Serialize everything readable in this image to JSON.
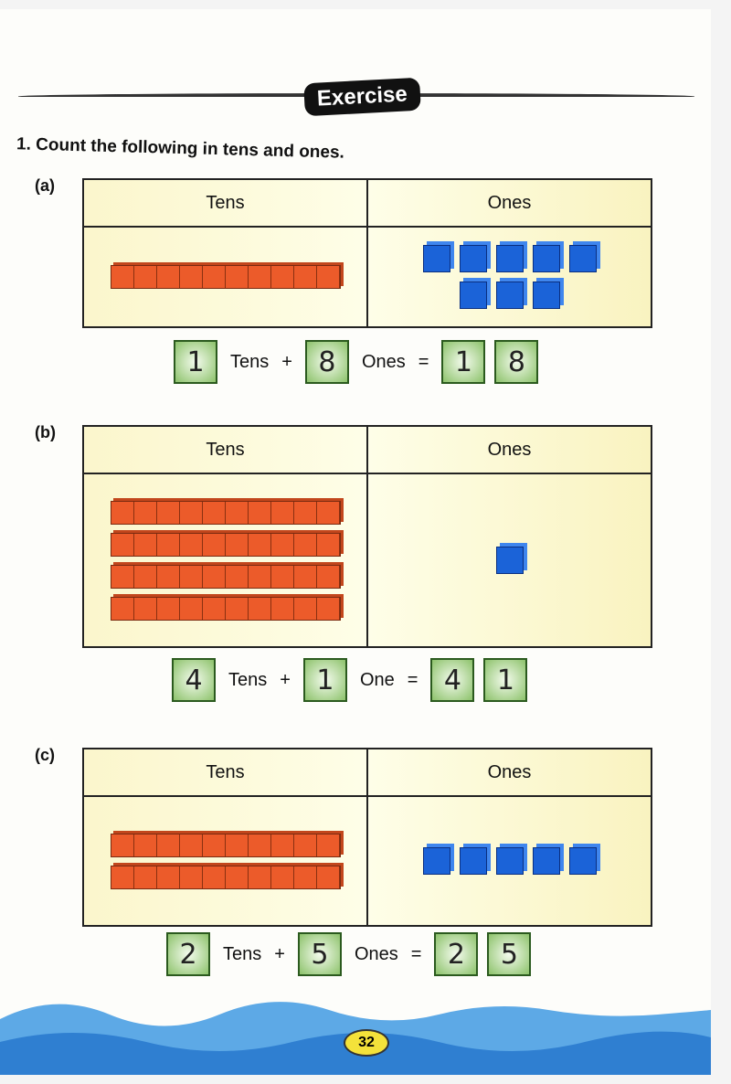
{
  "title": "Exercise",
  "question": "1. Count the following in tens and ones.",
  "headers": {
    "tens": "Tens",
    "ones": "Ones"
  },
  "problems": [
    {
      "label": "(a)",
      "rods": 1,
      "cubes": 8,
      "tens": "1",
      "tens_word": "Tens",
      "plus": "+",
      "ones": "8",
      "ones_word": "Ones",
      "equals": "=",
      "answer": [
        "1",
        "8"
      ]
    },
    {
      "label": "(b)",
      "rods": 4,
      "cubes": 1,
      "tens": "4",
      "tens_word": "Tens",
      "plus": "+",
      "ones": "1",
      "ones_word": "One",
      "equals": "=",
      "answer": [
        "4",
        "1"
      ]
    },
    {
      "label": "(c)",
      "rods": 2,
      "cubes": 5,
      "tens": "2",
      "tens_word": "Tens",
      "plus": "+",
      "ones": "5",
      "ones_word": "Ones",
      "equals": "=",
      "answer": [
        "2",
        "5"
      ]
    }
  ],
  "page_number": "32",
  "colors": {
    "rod": "#ec5b2a",
    "cube": "#1b63d8",
    "box": "#8cc26a"
  }
}
